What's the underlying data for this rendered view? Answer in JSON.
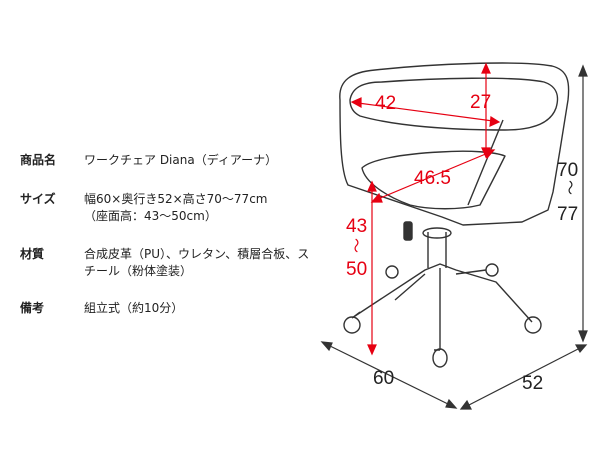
{
  "specs": [
    {
      "key": "商品名",
      "lines": [
        "ワークチェア Diana（ディアーナ）"
      ]
    },
    {
      "key": "サイズ",
      "lines": [
        "幅60×奥行き52×高さ70〜77cm",
        "（座面高：43〜50cm）"
      ]
    },
    {
      "key": "材質",
      "lines": [
        "合成皮革（PU）、ウレタン、積層合板、ス",
        "チール（粉体塗装）"
      ]
    },
    {
      "key": "備考",
      "lines": [
        "組立式（約10分）"
      ]
    }
  ],
  "dimensions": {
    "width_top": "42",
    "depth_top": "27",
    "seat_diag": "46.5",
    "seat_h_top": "43",
    "seat_h_tilde": "〜",
    "seat_h_bottom": "50",
    "total_h_top": "70",
    "total_h_tilde": "〜",
    "total_h_bottom": "77",
    "base_width": "60",
    "base_depth": "52"
  },
  "colors": {
    "dimension_red": "#e60012",
    "line": "#333333",
    "text": "#222222"
  }
}
